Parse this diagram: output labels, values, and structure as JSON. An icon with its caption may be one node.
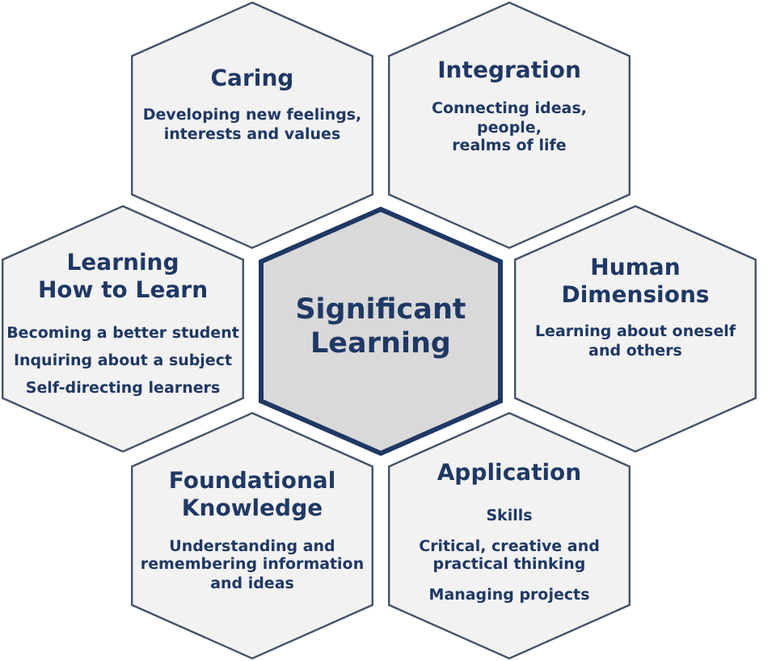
{
  "diagram": {
    "nodes": [
      {
        "text": [
          "Caring",
          "Developing new feelings, interests and values"
        ]
      },
      {
        "text": [
          "Integration",
          "Connecting ideas, people, realms of life"
        ]
      },
      {
        "text": [
          "Learning How to Learn",
          "Becoming a better student",
          "Inquiring about a subject",
          "Self-directing learners"
        ]
      },
      {
        "text": [
          "Significant Learning"
        ]
      },
      {
        "text": [
          "Human Dimensions",
          "Learning about oneself and others"
        ]
      },
      {
        "text": [
          "Foundational Knowledge",
          "Understanding and remembering information and ideas"
        ]
      },
      {
        "text": [
          "Application",
          "Skills",
          "Critical, creative and practical thinking",
          "Managing projects"
        ]
      }
    ]
  }
}
